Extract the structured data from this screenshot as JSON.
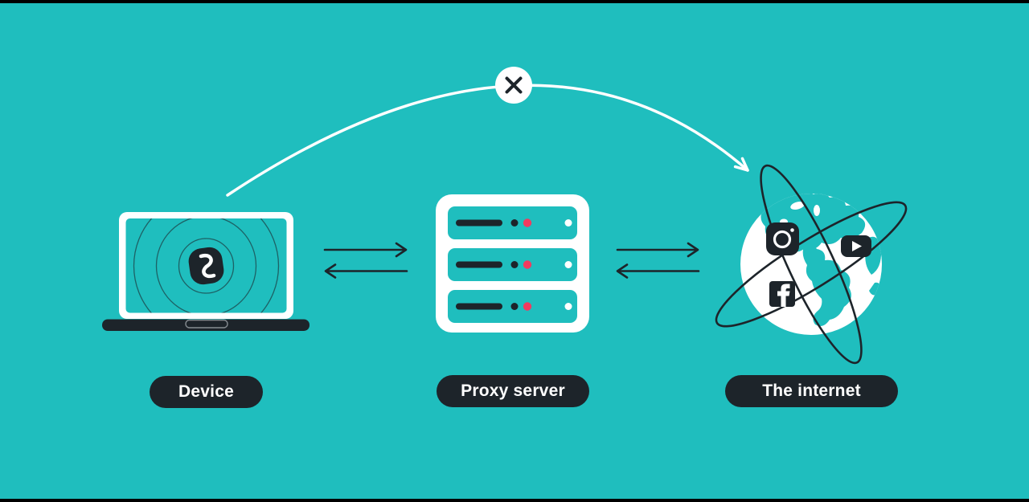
{
  "colors": {
    "background": "#1fbebe",
    "dark": "#1d242a",
    "accent_pink": "#f23a5f",
    "white": "#ffffff",
    "letterbox": "#000000"
  },
  "labels": {
    "device": "Device",
    "proxy_server": "Proxy server",
    "internet": "The internet"
  },
  "icons": [
    "laptop-icon",
    "surfshark-logo-icon",
    "server-icon",
    "globe-icon",
    "orbit-ring-icon",
    "instagram-icon",
    "youtube-icon",
    "facebook-icon",
    "blocked-x-icon",
    "arrow-right-icon",
    "arrow-left-icon"
  ],
  "connections": [
    {
      "from": "device",
      "to": "proxy_server",
      "style": "bidirectional-arrows"
    },
    {
      "from": "proxy_server",
      "to": "internet",
      "style": "bidirectional-arrows"
    },
    {
      "from": "device",
      "to": "internet",
      "style": "blocked-direct-route"
    }
  ]
}
